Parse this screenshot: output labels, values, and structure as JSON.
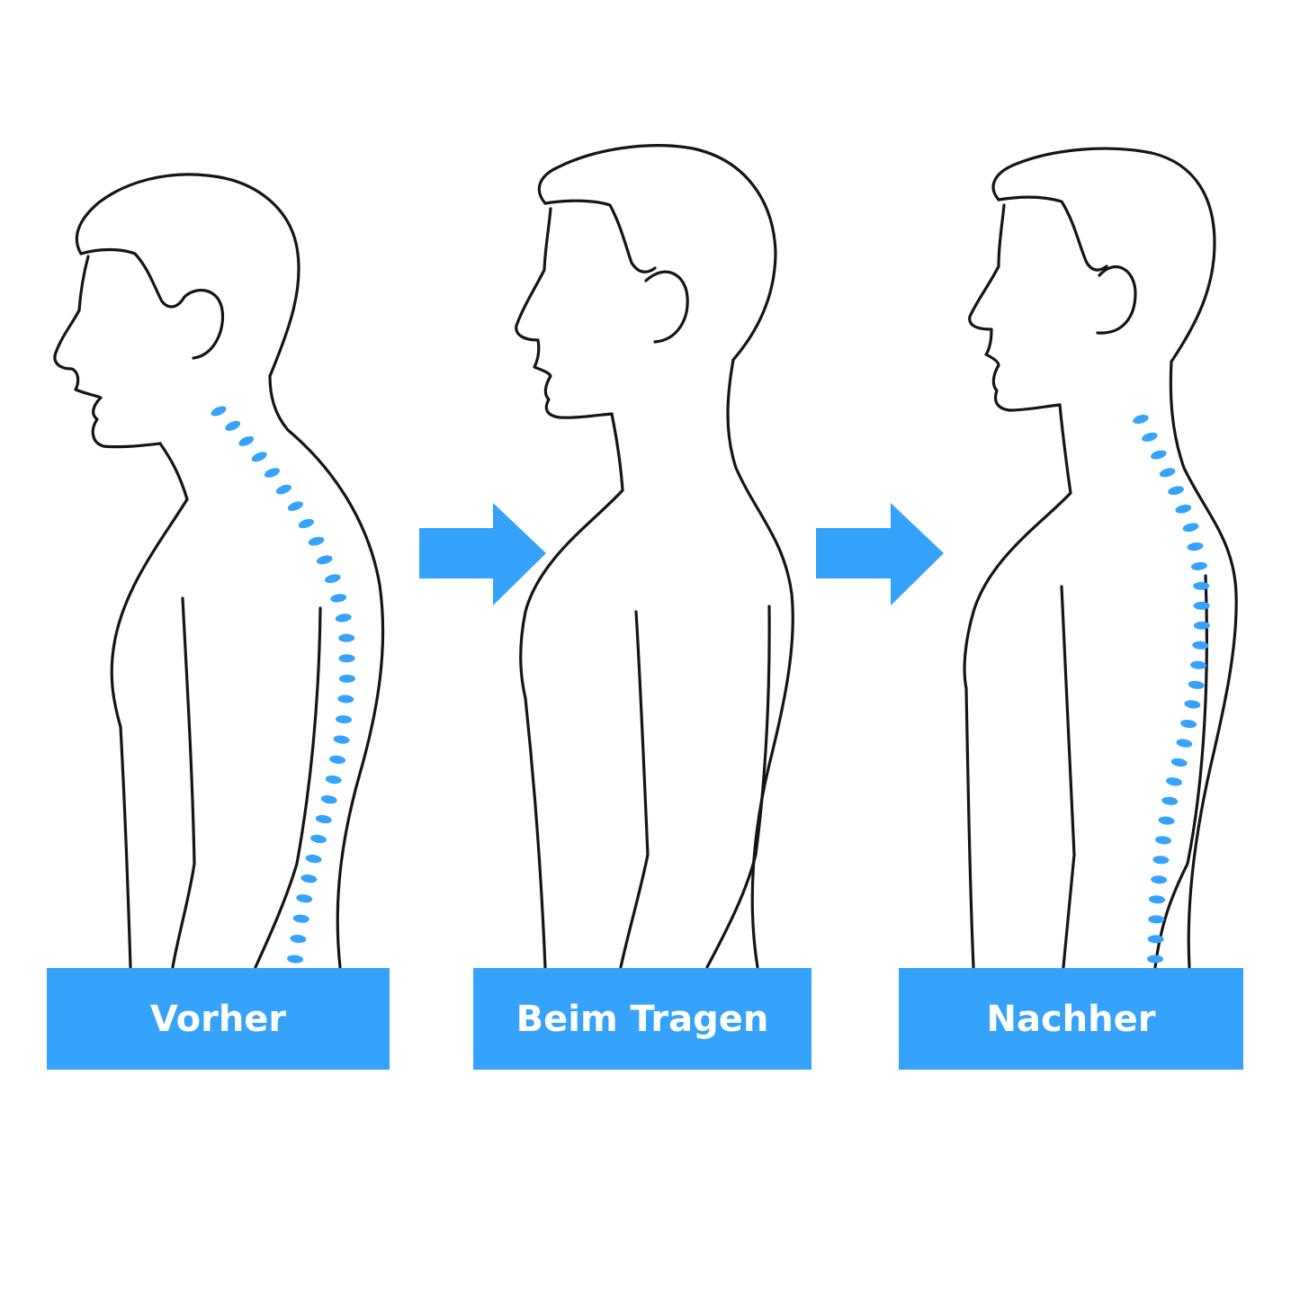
{
  "labels": {
    "before": "Vorher",
    "during": "Beim Tragen",
    "after": "Nachher"
  },
  "colors": {
    "accent": "#35a2fb",
    "outline": "#151515",
    "background": "#ffffff"
  },
  "icons": {
    "arrow_1": "arrow-right-icon",
    "arrow_2": "arrow-right-icon"
  }
}
